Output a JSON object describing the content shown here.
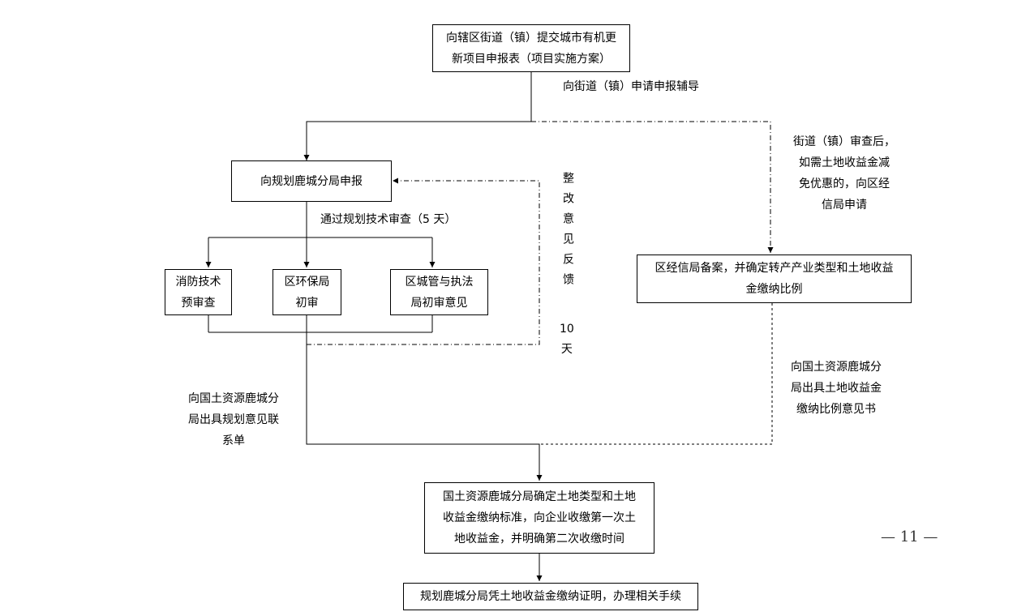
{
  "boxes": {
    "submit": [
      "向辖区街道（镇）提交城市有机更",
      "新项目申报表（项目实施方案）"
    ],
    "planning": [
      "向规划鹿城分局申报"
    ],
    "fire": [
      "消防技术",
      "预审查"
    ],
    "env": [
      "区环保局",
      "初审"
    ],
    "urban": [
      "区城管与执法",
      "局初审意见"
    ],
    "econ": [
      "区经信局备案，并确定转产产业类型和土地收益",
      "金缴纳比例"
    ],
    "land": [
      "国土资源鹿城分局确定土地类型和土地",
      "收益金缴纳标准，向企业收缴第一次土",
      "地收益金，并明确第二次收缴时间"
    ],
    "cert": [
      "规划鹿城分局凭土地收益金缴纳证明，办理相关手续"
    ]
  },
  "labels": {
    "street_guidance": "向街道（镇）申请申报辅导",
    "tech_review": "通过规划技术审查（5 天）",
    "feedback_chars": "整改意见反馈",
    "feedback_days": [
      "10",
      "天"
    ],
    "street_review": [
      "街道（镇）审查后，",
      "如需土地收益金减",
      "免优惠的，向区经",
      "信局申请"
    ],
    "land_opinion": [
      "向国土资源鹿城分",
      "局出具土地收益金",
      "缴纳比例意见书"
    ],
    "planning_opinion": [
      "向国土资源鹿城分",
      "局出具规划意见联",
      "系单"
    ]
  },
  "page_number": "— 11 —"
}
